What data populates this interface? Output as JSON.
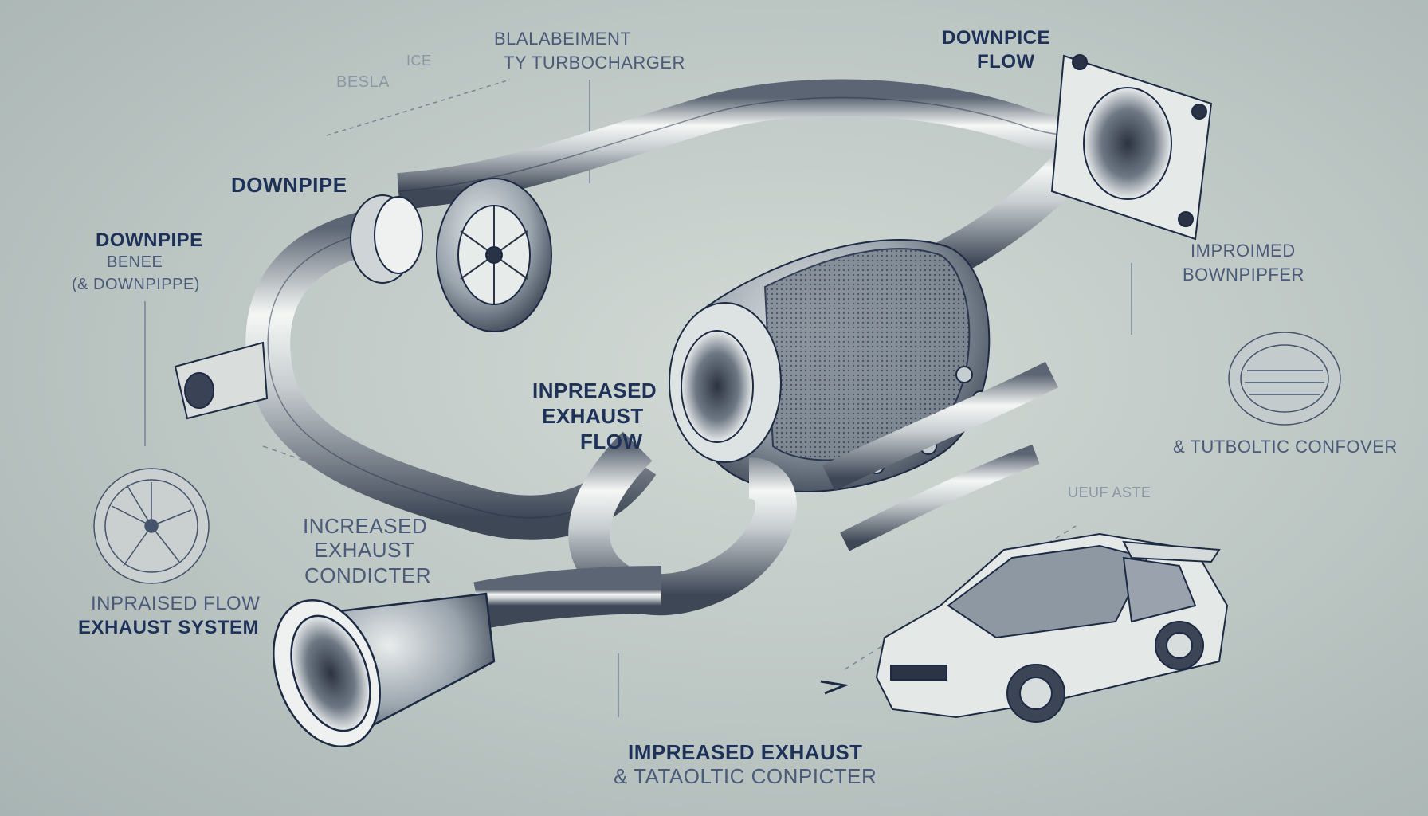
{
  "labels": {
    "top_faint": "BESLA",
    "top_faint_small": "ICE",
    "turbo_line1": "BLALABEIMENT",
    "turbo_line2": "TY TURBOCHARGER",
    "downpipe_flow_line1": "DOWNPICE",
    "downpipe_flow_line2": "FLOW",
    "downpipe": "DOWNPIPE",
    "left_line1": "DOWNPIPE",
    "left_line2": "BENEE",
    "left_line3": "(& DOWNPIPPE)",
    "improved_line1": "IMPROIMED",
    "improved_line2": "BOWNPIPFER",
    "center_line1": "INPREASED",
    "center_line2": "EXHAUST",
    "center_line3": "FLOW",
    "tutboltic": "& TUTBOLTIC CONFOVER",
    "faint_right": "UEUF ASTE",
    "increased_line1": "INCREASED",
    "increased_line2": "EXHAUST",
    "increased_line3": "CONDICTER",
    "inpraised_line1": "INPRAISED FLOW",
    "inpraised_line2": "EXHAUST SYSTEM",
    "bottom_line1": "IMPREASED  EXHAUST",
    "bottom_line2": "& TATAOLTIC CONPICTER"
  },
  "colors": {
    "background": "#bcc6c3",
    "ink": "#1d3159",
    "metal_light": "#f2f4f2",
    "metal_dark": "#4b5563"
  }
}
